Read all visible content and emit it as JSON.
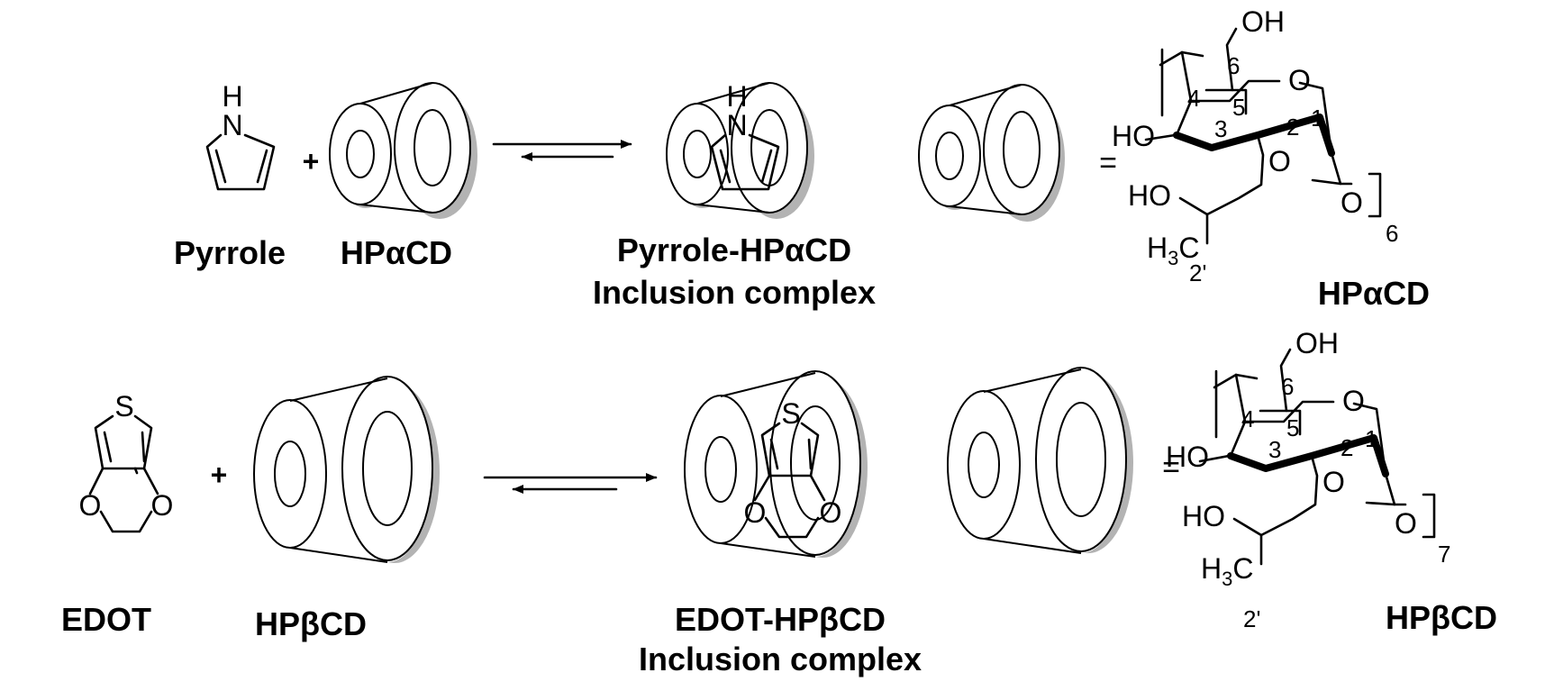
{
  "colors": {
    "ink": "#000000",
    "shadow": "#b3b3b3",
    "background": "#ffffff"
  },
  "row1": {
    "pyrrole_label": "Pyrrole",
    "cd_label": "HPαCD",
    "complex_line1": "Pyrrole-HPαCD",
    "complex_line2": "Inclusion complex",
    "structure_label": "HPαCD",
    "repeat_count": "6"
  },
  "row2": {
    "edot_label": "EDOT",
    "cd_label": "HPβCD",
    "complex_line1": "EDOT-HPβCD",
    "complex_line2": "Inclusion complex",
    "structure_label": "HPβCD",
    "repeat_count": "7"
  },
  "symbols": {
    "plus": "+",
    "equals": "="
  },
  "atoms": {
    "H": "H",
    "N": "N",
    "S": "S",
    "O": "O",
    "OH": "OH",
    "HO": "HO",
    "H3C_main": "H",
    "H3C_sub": "3",
    "H3C_tail": "C",
    "pos_1": "1",
    "pos_2": "2",
    "pos_3": "3",
    "pos_4": "4",
    "pos_5": "5",
    "pos_6": "6",
    "pos_2p": "2'"
  },
  "icons": [
    "cyclodextrin-cone-icon",
    "equilibrium-arrows-icon"
  ]
}
